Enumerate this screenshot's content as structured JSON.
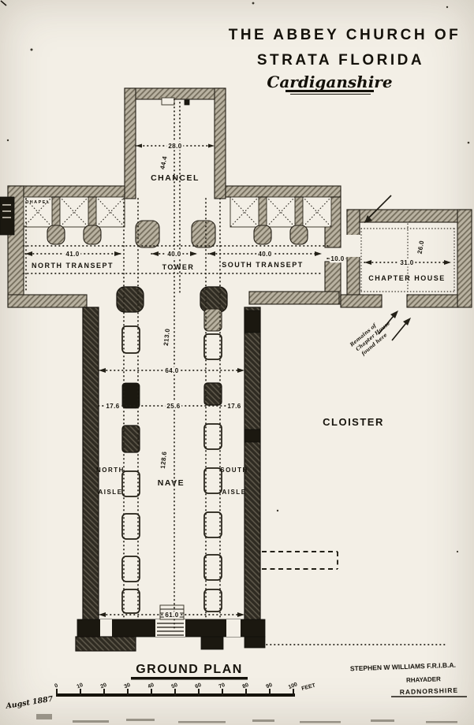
{
  "title": {
    "line1": "THE ABBEY CHURCH OF",
    "line2": "STRATA FLORIDA",
    "line3": "Cardiganshire"
  },
  "rooms": {
    "chancel": "CHANCEL",
    "tower": "TOWER",
    "north_transept": "NORTH TRANSEPT",
    "south_transept": "SOUTH TRANSEPT",
    "chapel": "CHAPEL",
    "chapter_house": "CHAPTER HOUSE",
    "nave": "NAVE",
    "north_aisle_line1": "NORTH",
    "north_aisle_line2": "AISLE",
    "south_aisle_line1": "SOUTH",
    "south_aisle_line2": "AISLE",
    "cloister": "CLOISTER"
  },
  "dimensions": {
    "chancel_width": "28.0",
    "chancel_length": "44.4",
    "north_transept_width": "41.0",
    "tower_width": "40.0",
    "south_transept_width": "40.0",
    "passage_width": "10.0",
    "chapter_house_width": "31.0",
    "chapter_house_depth": "26.0",
    "church_length": "213.0",
    "nave_total_width": "64.0",
    "north_aisle_width": "17.6",
    "nave_width": "25.6",
    "south_aisle_width": "17.6",
    "nave_length": "128.6",
    "west_front_width": "61.0"
  },
  "annotation": {
    "line1": "Remains of",
    "line2": "Chapter House",
    "line3": "found here"
  },
  "footer": {
    "plan_label": "GROUND PLAN",
    "architect": "STEPHEN W WILLIAMS F.R.I.B.A.",
    "town": "RHAYADER",
    "county": "RADNORSHIRE",
    "date": "Augst 1887",
    "scale_unit": "FEET",
    "scale_ticks": [
      "0",
      "10",
      "20",
      "30",
      "40",
      "50",
      "60",
      "70",
      "80",
      "90",
      "100"
    ]
  }
}
